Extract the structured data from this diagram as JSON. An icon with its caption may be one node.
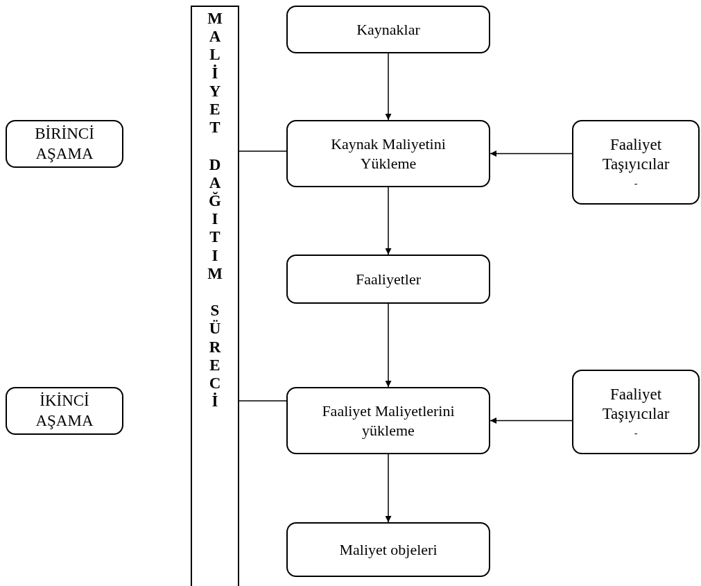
{
  "diagram": {
    "nodes": [
      {
        "text": [
          "BİRİNCİ AŞAMA"
        ]
      },
      {
        "text": [
          "İKİNCİ AŞAMA"
        ]
      },
      {
        "text": [
          "MALİYET DAĞITIM SÜRECİ"
        ]
      },
      {
        "text": [
          "Kaynaklar"
        ]
      },
      {
        "text": [
          "Kaynak Maliyetini Yükleme"
        ]
      },
      {
        "text": [
          "Faaliyet Taşıyıcılar",
          "-"
        ]
      },
      {
        "text": [
          "Faaliyetler"
        ]
      },
      {
        "text": [
          "Faaliyet Maliyetlerini yükleme"
        ]
      },
      {
        "text": [
          "Faaliyet Taşıyıcılar",
          "-"
        ]
      },
      {
        "text": [
          "Maliyet objeleri"
        ]
      }
    ],
    "edges": [
      {
        "from": 3,
        "to": 4,
        "arrow": "to"
      },
      {
        "from": 5,
        "to": 4,
        "arrow": "to"
      },
      {
        "from": 2,
        "to": 4,
        "arrow": "none"
      },
      {
        "from": 4,
        "to": 6,
        "arrow": "to"
      },
      {
        "from": 6,
        "to": 7,
        "arrow": "to"
      },
      {
        "from": 8,
        "to": 7,
        "arrow": "to"
      },
      {
        "from": 2,
        "to": 7,
        "arrow": "none"
      },
      {
        "from": 7,
        "to": 9,
        "arrow": "to"
      }
    ]
  }
}
